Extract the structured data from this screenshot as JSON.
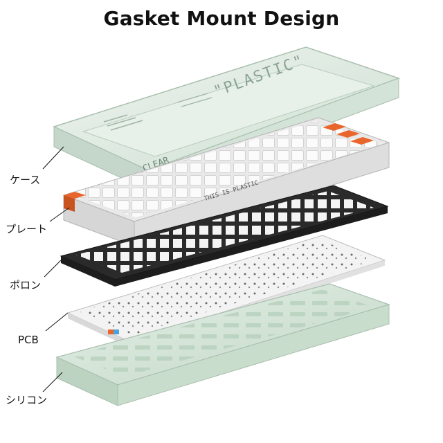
{
  "title": "Gasket Mount Design",
  "case_text": {
    "brand": "\"PLASTIC\"",
    "clear": "CLEAR",
    "slogan": "THIS IS PLASTIC"
  },
  "labels": {
    "case": "ケース",
    "plate": "プレート",
    "poron": "ポロン",
    "pcb": "PCB",
    "silicone": "シリコン"
  },
  "colors": {
    "accent_orange": "#e8662b",
    "case_green": "#dce8df",
    "plate_black": "#2a2a2a",
    "pcb_white": "#f3f3f3",
    "silicone_green": "#d4e6d8"
  }
}
